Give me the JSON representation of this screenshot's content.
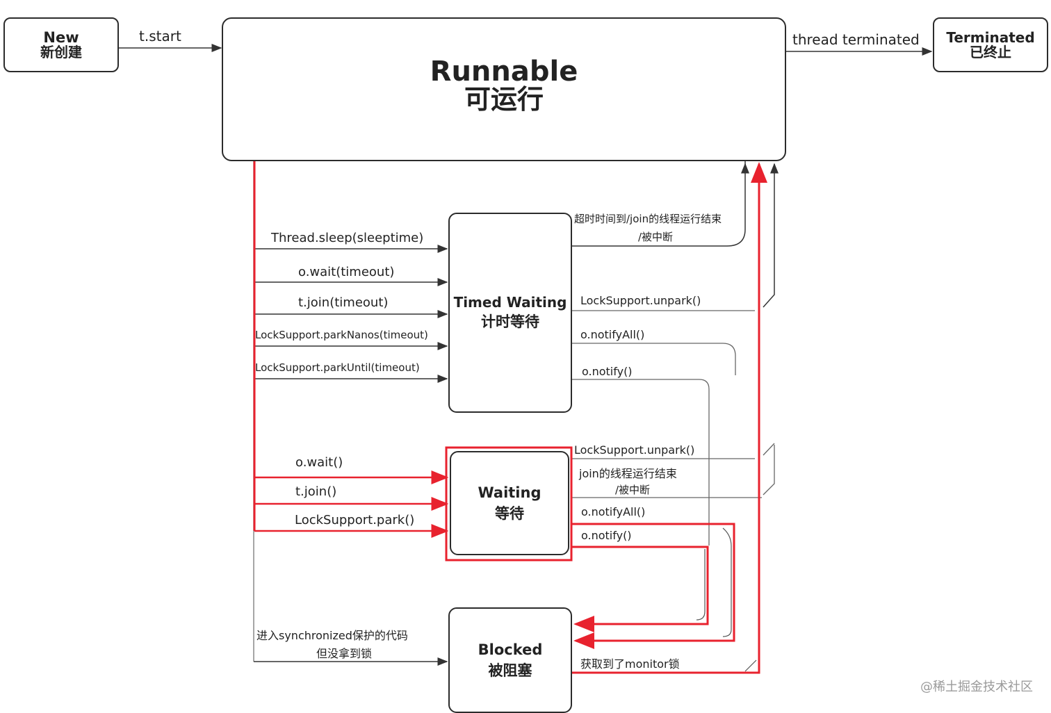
{
  "states": {
    "new": {
      "en": "New",
      "zh": "新创建"
    },
    "runnable": {
      "en": "Runnable",
      "zh": "可运行"
    },
    "terminated": {
      "en": "Terminated",
      "zh": "已终止"
    },
    "timed_waiting": {
      "en": "Timed Waiting",
      "zh": "计时等待"
    },
    "waiting": {
      "en": "Waiting",
      "zh": "等待"
    },
    "blocked": {
      "en": "Blocked",
      "zh": "被阻塞"
    }
  },
  "transitions": {
    "new_to_runnable": "t.start",
    "runnable_to_terminated": "thread terminated",
    "to_timed_waiting": [
      "Thread.sleep(sleeptime)",
      "o.wait(timeout)",
      "t.join(timeout)",
      "LockSupport.parkNanos(timeout)",
      "LockSupport.parkUntil(timeout)"
    ],
    "timed_waiting_out": {
      "timeout_line1": "超时时间到/join的线程运行结束",
      "timeout_line2": "/被中断",
      "unpark": "LockSupport.unpark()",
      "notify_all": "o.notifyAll()",
      "notify": "o.notify()"
    },
    "to_waiting": [
      "o.wait()",
      "t.join()",
      "LockSupport.park()"
    ],
    "waiting_out": {
      "unpark": "LockSupport.unpark()",
      "join_line1": "join的线程运行结束",
      "join_line2": "/被中断",
      "notify_all": "o.notifyAll()",
      "notify": "o.notify()"
    },
    "to_blocked_line1": "进入synchronized保护的代码",
    "to_blocked_line2": "但没拿到锁",
    "blocked_out": "获取到了monitor锁"
  },
  "colors": {
    "highlight": "#e8222e",
    "line": "#333333"
  },
  "watermark": "@稀土掘金技术社区"
}
